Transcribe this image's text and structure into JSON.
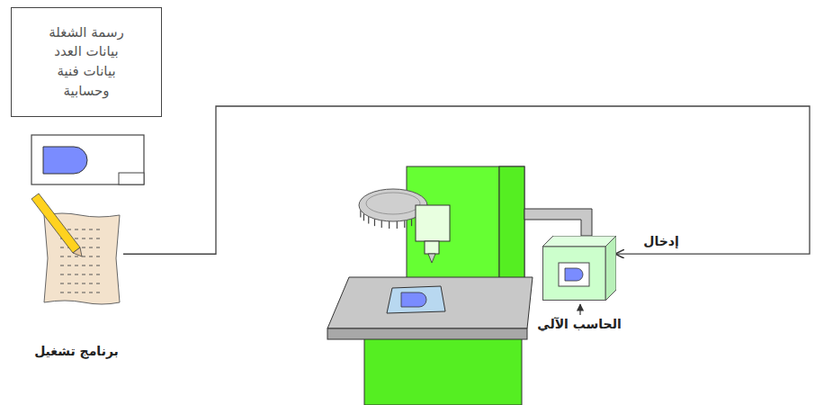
{
  "diagram": {
    "nodes": [
      {
        "text": [
          "رسمة الشغلة بيانات العدد بيانات فنية وحسابية"
        ]
      },
      {
        "text": [
          "برنامج تشغيل"
        ]
      },
      {
        "text": [
          "الحاسب الآلي"
        ]
      }
    ],
    "edges": [
      {
        "from": 1,
        "to": 2,
        "arrow": "to",
        "label": "إدخال"
      }
    ]
  }
}
